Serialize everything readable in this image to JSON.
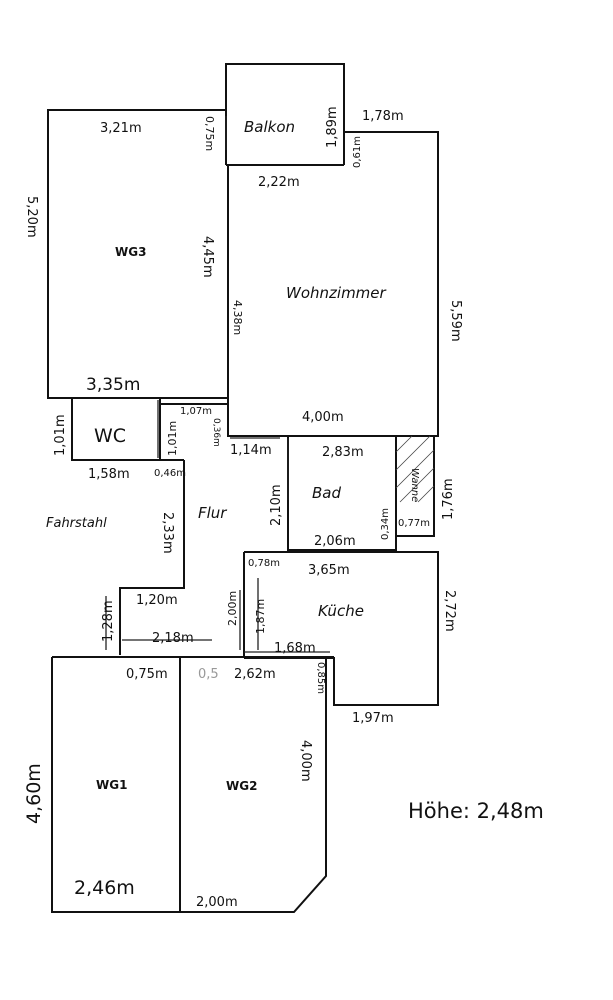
{
  "rooms": {
    "balkon": "Balkon",
    "wg3": "WG3",
    "wohnzimmer": "Wohnzimmer",
    "wc": "WC",
    "flur": "Flur",
    "fahrstuhl": "Fahrstahl",
    "bad": "Bad",
    "wanne": "Wanne",
    "kueche": "Küche",
    "wg1": "WG1",
    "wg2": "WG2"
  },
  "height_note": "Höhe: 2,48m",
  "dims": {
    "wg3_top": "3,21m",
    "wg3_left": "5,20m",
    "wg3_gap": "0,75m",
    "wg3_right": "4,45m",
    "wg3_bottom": "3,35m",
    "balkon_side": "1,89m",
    "balkon_bottom": "2,22m",
    "balkon_step": "0,61m",
    "wohn_top": "1,78m",
    "wohn_inner": "4,38m",
    "wohn_right": "5,59m",
    "wohn_bottom": "4,00m",
    "wc_left": "1,01m",
    "wc_right": "1,01m",
    "wc_bottom": "1,58m",
    "wc_stub": "0,46m",
    "flur_top": "1,07m",
    "flur_stub": "0,36m",
    "flur_step": "1,14m",
    "flur_left": "2,33m",
    "flur_stub2": "1,20m",
    "flur_lower": "1,28m",
    "flur_bottom": "2,18m",
    "bad_top": "2,83m",
    "bad_left": "2,10m",
    "bad_bottom": "2,06m",
    "bad_stub": "0,34m",
    "wanne_w": "0,77m",
    "wanne_h": "1,76m",
    "kueche_top_stub": "0,78m",
    "kueche_top": "3,65m",
    "kueche_left_a": "2,00m",
    "kueche_left_b": "1,87m",
    "kueche_mid": "1,68m",
    "kueche_right": "2,72m",
    "kueche_bottom": "1,97m",
    "kueche_step": "0,85m",
    "wg1_gap": "0,75m",
    "wg1_left": "4,60m",
    "wg1_bottom": "2,46m",
    "wg2_gap": "0,5",
    "wg2_top": "2,62m",
    "wg2_right": "4,00m",
    "wg2_bottom": "2,00m"
  }
}
